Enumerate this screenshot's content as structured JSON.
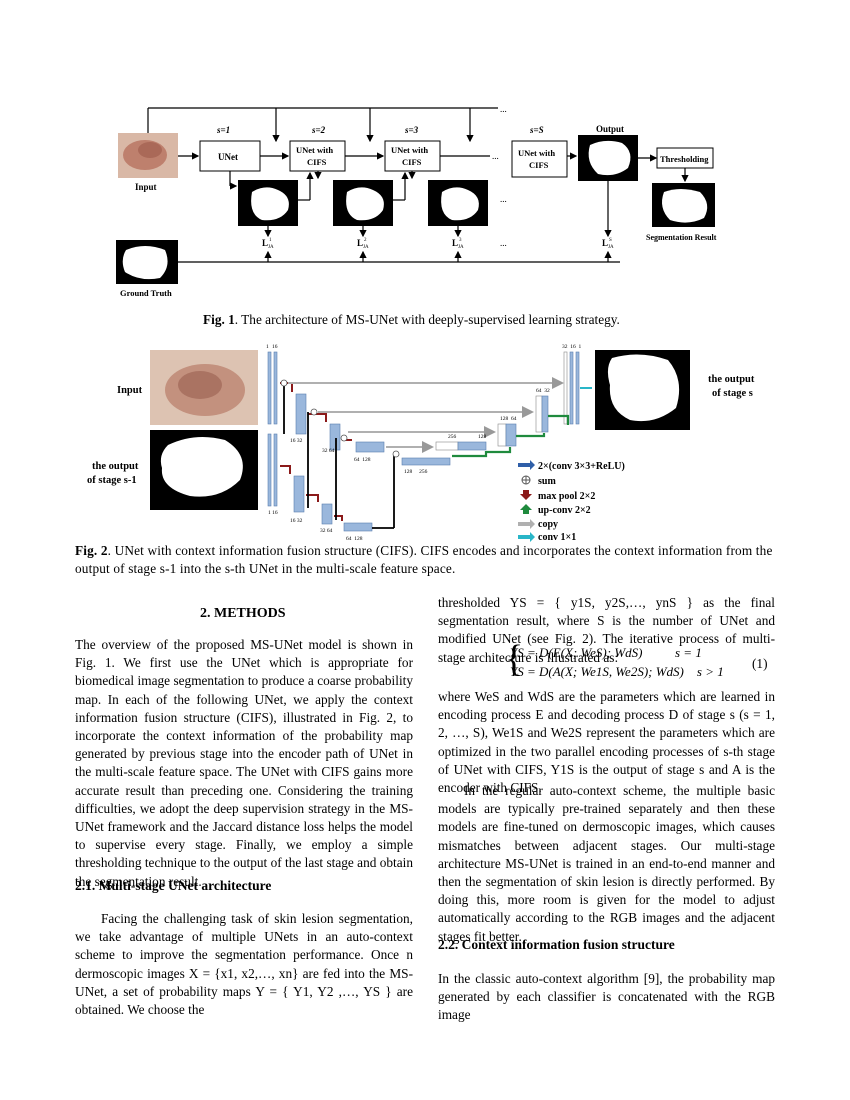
{
  "fig1": {
    "labels": {
      "input": "Input",
      "ground_truth": "Ground Truth",
      "stage1": "s=1",
      "stage2": "s=2",
      "stage3": "s=3",
      "stageS": "s=S",
      "unet": "UNet",
      "unet_cifs_line1": "UNet with",
      "unet_cifs_line2": "CIFS",
      "output": "Output",
      "thresholding": "Thresholding",
      "seg_result": "Segmentation Result",
      "loss": "L",
      "loss_sub": "JA",
      "loss_sup1": "1",
      "loss_sup2": "2",
      "loss_sup3": "3",
      "loss_supS": "S",
      "ellipsis": "..."
    },
    "caption_num": "Fig. 1",
    "caption_text": ". The architecture of MS-UNet with deeply-supervised learning strategy."
  },
  "fig2": {
    "labels": {
      "input": "Input",
      "prev_output_line1": "the output",
      "prev_output_line2": "of stage s-1",
      "out_line1": "the output",
      "out_line2": "of stage s",
      "n1": "1",
      "n16": "16",
      "n32": "32",
      "n64": "64",
      "n128": "128",
      "n256": "256"
    },
    "legend": [
      {
        "icon": "arrow-right-blue-icon",
        "label": "2×(conv 3×3+ReLU)"
      },
      {
        "icon": "sum-icon",
        "label": "sum"
      },
      {
        "icon": "arrow-down-red-icon",
        "label": "max pool 2×2"
      },
      {
        "icon": "arrow-up-green-icon",
        "label": "up-conv 2×2"
      },
      {
        "icon": "arrow-right-gray-icon",
        "label": "copy"
      },
      {
        "icon": "arrow-right-cyan-icon",
        "label": "conv 1×1"
      }
    ],
    "caption_num": "Fig. 2",
    "caption_text": ". UNet with context information fusion structure (CIFS). CIFS encodes and incorporates the context information from the output of stage s-1 into the s-th UNet in the multi-scale feature space."
  },
  "left_col": {
    "section_title": "2. METHODS",
    "para1": "The overview of the proposed MS-UNet model is shown in Fig. 1. We first use the UNet which is appropriate for biomedical image segmentation to produce a coarse probability map. In each of the following UNet, we apply the context information fusion structure (CIFS), illustrated in Fig. 2, to incorporate the context information of the probability map generated by previous stage into the encoder path of UNet in the multi-scale feature space. The UNet with CIFS gains more accurate result than preceding one. Considering the training difficulties, we adopt the deep supervision strategy in the MS-UNet framework and the Jaccard distance loss helps the model to supervise every stage. Finally, we employ a simple thresholding technique to the output of the last stage and obtain the segmentation result.",
    "subsection_title": "2.1. Multi-stage UNet architecture",
    "para2": "Facing the challenging task of skin lesion segmentation, we take advantage of multiple UNets in an auto-context scheme to improve the segmentation performance. Once n dermoscopic images X = {x1, x2,…, xn} are fed into the MS-UNet, a set of probability maps Y = { Y1, Y2 ,…, YS } are obtained. We choose the"
  },
  "right_col": {
    "para1": "thresholded YS = { y1S, y2S,…, ynS } as the final segmentation result, where S is the number of UNet and modified UNet (see Fig. 2). The iterative process of multi-stage architecture is illustrated as:",
    "eq1": "YS = D(E(X; WeS); WdS)          s = 1",
    "eq2": "YS = D(A(X; We1S, We2S); WdS)    s > 1",
    "eq_num": "(1)",
    "para2": "where WeS and WdS are the parameters which are learned in encoding process E and decoding process D of stage s (s = 1, 2, …, S), We1S and We2S represent the parameters which are optimized in the two parallel encoding processes of s-th stage of UNet with CIFS, Y1S is the output of stage s and A is the encoder with CIFS.",
    "para3": "In the regular auto-context scheme, the multiple basic models are typically pre-trained separately and then these models are fine-tuned on dermoscopic images, which causes mismatches between adjacent stages. Our multi-stage architecture MS-UNet is trained in an end-to-end manner and then the segmentation of skin lesion is directly performed. By doing this, more room is given for the model to adjust automatically according to the RGB images and the adjacent stages fit better.",
    "subsection_title": "2.2. Context information fusion structure",
    "para4": "In the classic auto-context algorithm [9], the probability map generated by each classifier is concatenated with the RGB image"
  }
}
